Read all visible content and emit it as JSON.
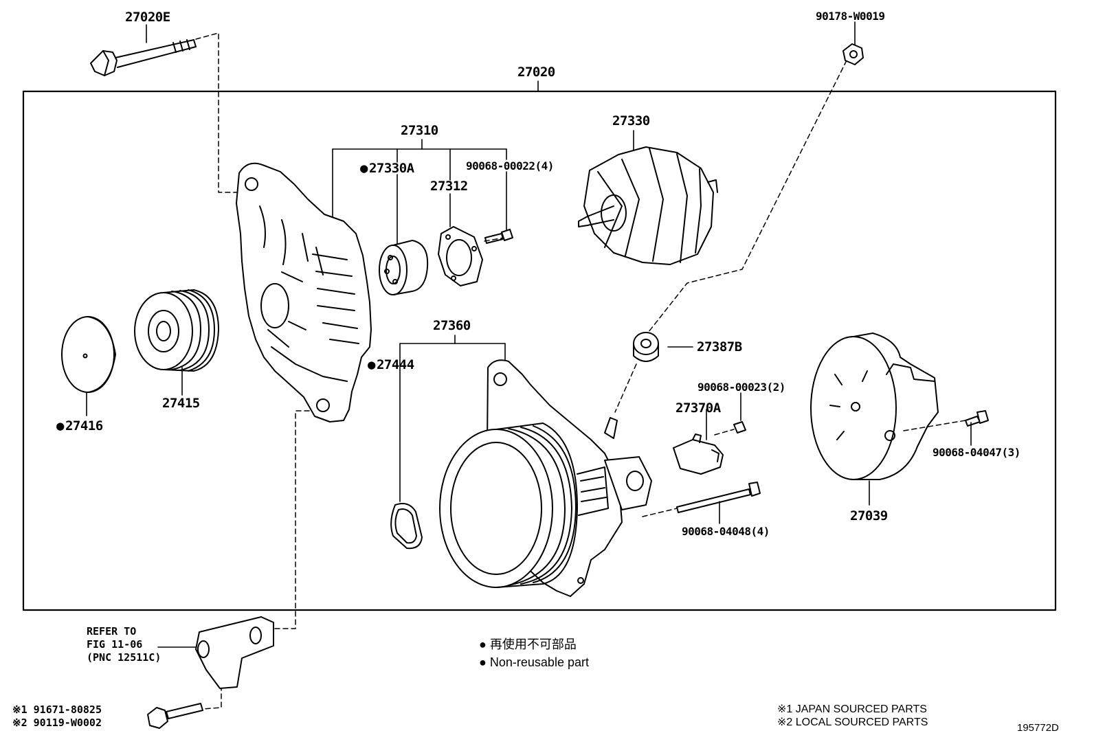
{
  "diagram": {
    "labels": {
      "bolt_27020E": "27020E",
      "assembly_27020": "27020",
      "nut_90178": "90178-W0019",
      "frame_27310": "27310",
      "bearing_27330A": "27330A",
      "retainer_27312": "27312",
      "screw_90068_00022": "90068-00022(4)",
      "rotor_27330": "27330",
      "pulley_27415": "27415",
      "cap_27416": "27416",
      "seal_27444": "27444",
      "frame_27360": "27360",
      "insulator_27387B": "27387B",
      "screw_90068_00023": "90068-00023(2)",
      "terminal_27370A": "27370A",
      "cover_27039": "27039",
      "bolt_90068_04047": "90068-04047(3)",
      "bolt_90068_04048": "90068-04048(4)",
      "drawing_id": "195772D"
    },
    "refer_note": [
      "REFER TO",
      "FIG 11-06",
      "(PNC 12511C)"
    ],
    "bracket_bolt_parts": [
      "※1 91671-80825",
      "※2 90119-W0002"
    ],
    "legend": {
      "marker": "●",
      "line_jp": "再使用不可部品",
      "line_en": "Non-reusable part"
    },
    "footnotes": [
      "※1  JAPAN SOURCED PARTS",
      "※2  LOCAL SOURCED PARTS"
    ]
  }
}
